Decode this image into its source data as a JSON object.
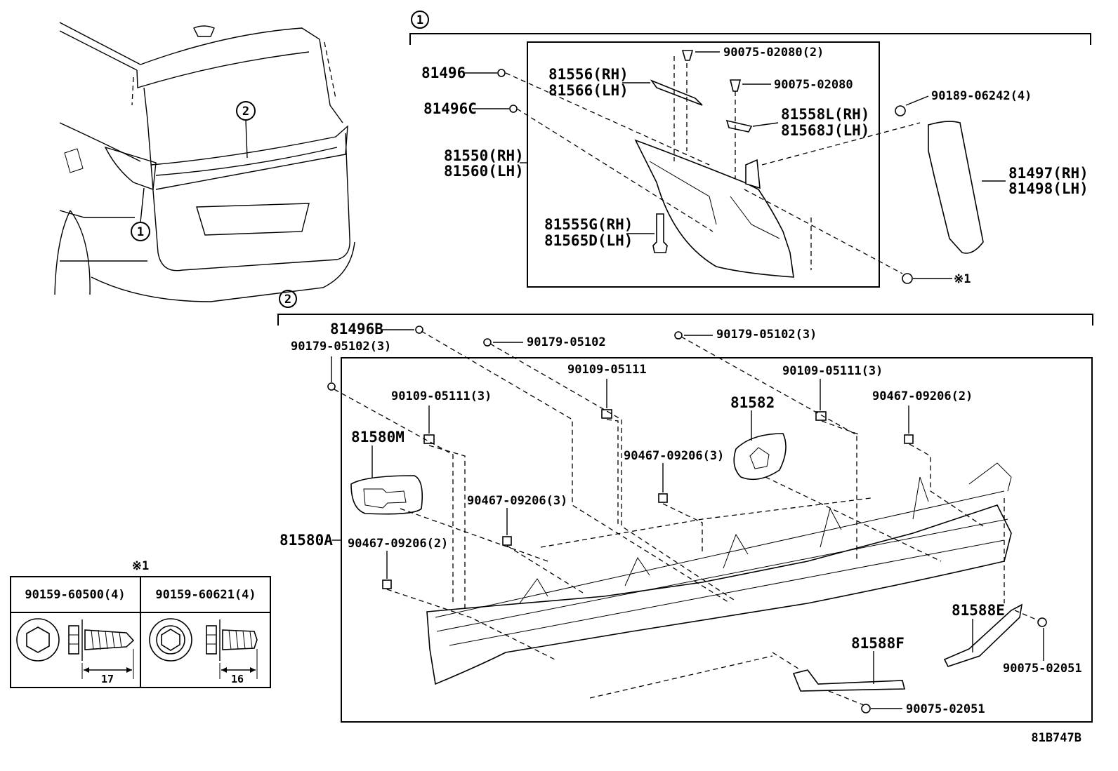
{
  "callouts": {
    "one": "1",
    "two": "2"
  },
  "group1": {
    "p81496": "81496",
    "p81496C": "81496C",
    "p81550": "81550(RH)",
    "p81560": "81560(LH)",
    "p81556": "81556(RH)",
    "p81566": "81566(LH)",
    "p90075a": "90075-02080(2)",
    "p90075b": "90075-02080",
    "p81558L": "81558L(RH)",
    "p81568J": "81568J(LH)",
    "p81555G": "81555G(RH)",
    "p81565D": "81565D(LH)",
    "p90189": "90189-06242(4)",
    "p81497": "81497(RH)",
    "p81498": "81498(LH)",
    "ref1": "※1"
  },
  "group2": {
    "p81496B": "81496B",
    "p90179a": "90179-05102(3)",
    "p90179b": "90179-05102",
    "p90179c": "90179-05102(3)",
    "p90109a": "90109-05111",
    "p90109b": "90109-05111(3)",
    "p90109c": "90109-05111(3)",
    "p90467a": "90467-09206(2)",
    "p81582": "81582",
    "p81580M": "81580M",
    "p90467b": "90467-09206(3)",
    "p90467c": "90467-09206(3)",
    "p81580A": "81580A",
    "p90467d": "90467-09206(2)",
    "p81588E": "81588E",
    "p81588F": "81588F",
    "p90075c": "90075-02051",
    "p90075d": "90075-02051"
  },
  "fastener_table": {
    "ref": "※1",
    "col1_part": "90159-60500(4)",
    "col2_part": "90159-60621(4)",
    "col1_length": "17",
    "col2_length": "16"
  },
  "diagram_code": "81B747B"
}
